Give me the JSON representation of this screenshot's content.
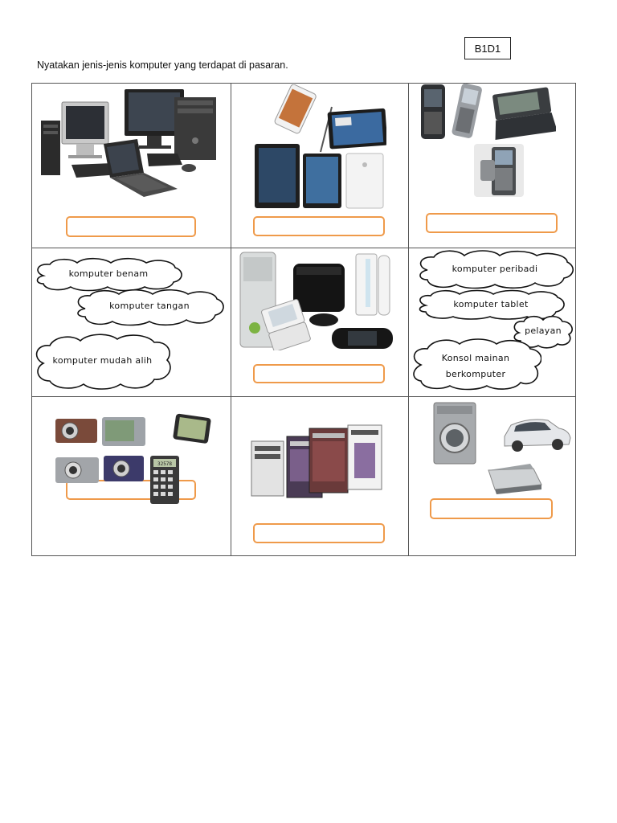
{
  "header": {
    "code": "B1D1",
    "instruction": "Nyatakan jenis-jenis komputer yang terdapat di pasaran."
  },
  "word_bank_left": [
    "komputer benam",
    "komputer tangan",
    "komputer mudah alih"
  ],
  "word_bank_right": [
    "komputer peribadi",
    "komputer tablet",
    "pelayan",
    "Konsol mainan berkomputer"
  ],
  "images": {
    "desktop_pcs": "desktop-computers-and-laptop",
    "tablets": "tablets-and-smartphone",
    "handhelds": "phones-pda-and-barcode-scanner",
    "consoles": "game-consoles",
    "embedded_devices": "cameras-gps-and-calculator",
    "servers": "server-towers",
    "appliances": "washing-machine-car-and-scanner"
  },
  "calculator_display": "32578",
  "colors": {
    "answer_box_border": "#ef9a4a",
    "grid_line": "#555555"
  }
}
